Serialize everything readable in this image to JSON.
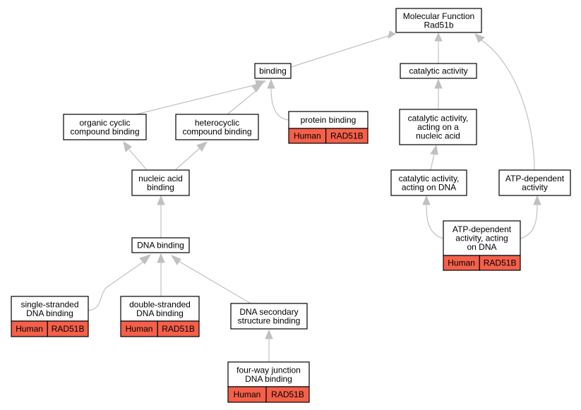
{
  "colors": {
    "annotation_fill": "#f4604a",
    "edge": "#c0c0c0",
    "border": "#000000"
  },
  "nodes": [
    {
      "id": "mf",
      "lines": [
        "Molecular Function",
        "Rad51b"
      ]
    },
    {
      "id": "binding",
      "lines": [
        "binding"
      ]
    },
    {
      "id": "catalytic",
      "lines": [
        "catalytic activity"
      ]
    },
    {
      "id": "organic",
      "lines": [
        "organic cyclic",
        "compound binding"
      ]
    },
    {
      "id": "hetero",
      "lines": [
        "heterocyclic",
        "compound binding"
      ]
    },
    {
      "id": "protein",
      "lines": [
        "protein binding"
      ],
      "annotation": [
        "Human",
        "RAD51B"
      ]
    },
    {
      "id": "cat_na",
      "lines": [
        "catalytic activity,",
        "acting on a",
        "nucleic acid"
      ]
    },
    {
      "id": "nucleic",
      "lines": [
        "nucleic acid",
        "binding"
      ]
    },
    {
      "id": "cat_dna",
      "lines": [
        "catalytic activity,",
        "acting on DNA"
      ]
    },
    {
      "id": "atp",
      "lines": [
        "ATP-dependent",
        "activity"
      ]
    },
    {
      "id": "atp_dna",
      "lines": [
        "ATP-dependent",
        "activity, acting",
        "on DNA"
      ],
      "annotation": [
        "Human",
        "RAD51B"
      ]
    },
    {
      "id": "dna",
      "lines": [
        "DNA binding"
      ]
    },
    {
      "id": "ss",
      "lines": [
        "single-stranded",
        "DNA binding"
      ],
      "annotation": [
        "Human",
        "RAD51B"
      ]
    },
    {
      "id": "ds",
      "lines": [
        "double-stranded",
        "DNA binding"
      ],
      "annotation": [
        "Human",
        "RAD51B"
      ]
    },
    {
      "id": "secondary",
      "lines": [
        "DNA secondary",
        "structure binding"
      ]
    },
    {
      "id": "fourway",
      "lines": [
        "four-way junction",
        "DNA binding"
      ],
      "annotation": [
        "Human",
        "RAD51B"
      ]
    }
  ],
  "edges": [
    {
      "from": "binding",
      "to": "mf"
    },
    {
      "from": "catalytic",
      "to": "mf"
    },
    {
      "from": "atp",
      "to": "mf"
    },
    {
      "from": "organic",
      "to": "binding"
    },
    {
      "from": "hetero",
      "to": "binding"
    },
    {
      "from": "protein",
      "to": "binding"
    },
    {
      "from": "cat_na",
      "to": "catalytic"
    },
    {
      "from": "nucleic",
      "to": "organic"
    },
    {
      "from": "nucleic",
      "to": "hetero"
    },
    {
      "from": "cat_dna",
      "to": "cat_na"
    },
    {
      "from": "atp_dna",
      "to": "cat_dna"
    },
    {
      "from": "atp_dna",
      "to": "atp"
    },
    {
      "from": "dna",
      "to": "nucleic"
    },
    {
      "from": "ss",
      "to": "dna"
    },
    {
      "from": "ds",
      "to": "dna"
    },
    {
      "from": "secondary",
      "to": "dna"
    },
    {
      "from": "fourway",
      "to": "secondary"
    }
  ]
}
